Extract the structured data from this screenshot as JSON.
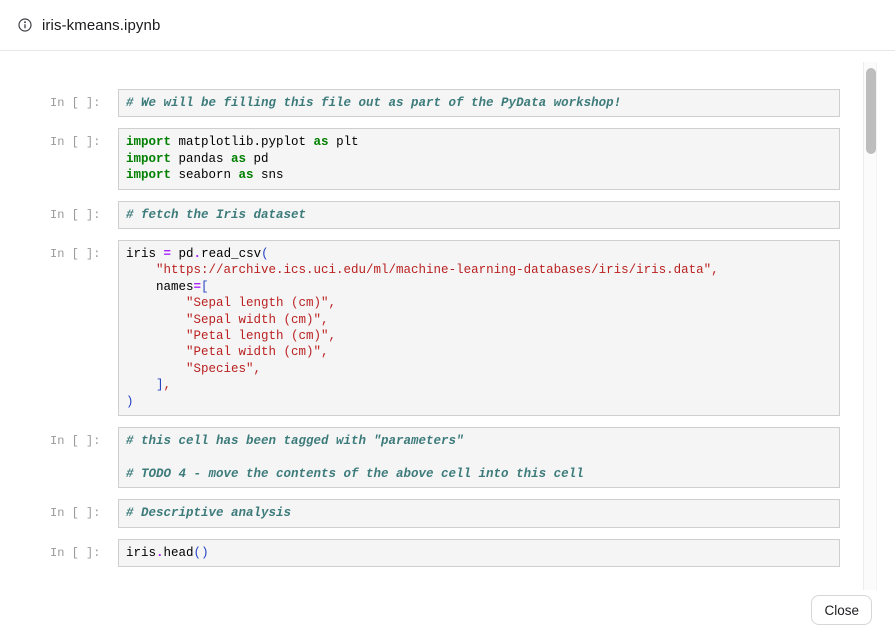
{
  "header": {
    "title": "iris-kmeans.ipynb",
    "icon": "info-icon"
  },
  "footer": {
    "close_label": "Close"
  },
  "ui_colors": {
    "cell_background": "#f5f5f5",
    "cell_border": "#cfcfcf",
    "prompt_text": "#9a9a9a",
    "header_border": "#e7e7e9",
    "scroll_thumb": "#bdbdbd"
  },
  "syntax_colors": {
    "pl": {
      "color": "#000000"
    },
    "kw": {
      "color": "#008000",
      "bold": true
    },
    "op": {
      "color": "#aa22ff",
      "bold": true
    },
    "str": {
      "color": "#ba2121"
    },
    "cma": {
      "color": "#ba2121"
    },
    "pun": {
      "color": "#2643c4"
    },
    "com": {
      "color": "#3d7b7b",
      "bold": true,
      "italic": true
    }
  },
  "cells": [
    {
      "prompt": "In [ ]:",
      "lines": [
        [
          [
            "com",
            "# We will be filling this file out as part of the PyData workshop!"
          ]
        ]
      ]
    },
    {
      "prompt": "In [ ]:",
      "lines": [
        [
          [
            "kw",
            "import"
          ],
          [
            "pl",
            " matplotlib.pyplot "
          ],
          [
            "kw",
            "as"
          ],
          [
            "pl",
            " plt"
          ]
        ],
        [
          [
            "kw",
            "import"
          ],
          [
            "pl",
            " pandas "
          ],
          [
            "kw",
            "as"
          ],
          [
            "pl",
            " pd"
          ]
        ],
        [
          [
            "kw",
            "import"
          ],
          [
            "pl",
            " seaborn "
          ],
          [
            "kw",
            "as"
          ],
          [
            "pl",
            " sns"
          ]
        ]
      ]
    },
    {
      "prompt": "In [ ]:",
      "lines": [
        [
          [
            "com",
            "# fetch the Iris dataset"
          ]
        ]
      ]
    },
    {
      "prompt": "In [ ]:",
      "lines": [
        [
          [
            "pl",
            "iris "
          ],
          [
            "op",
            "="
          ],
          [
            "pl",
            " pd"
          ],
          [
            "op",
            "."
          ],
          [
            "pl",
            "read_csv"
          ],
          [
            "pun",
            "("
          ]
        ],
        [
          [
            "pl",
            "    "
          ],
          [
            "str",
            "\"https://archive.ics.uci.edu/ml/machine-learning-databases/iris/iris.data\""
          ],
          [
            "cma",
            ","
          ]
        ],
        [
          [
            "pl",
            "    names"
          ],
          [
            "op",
            "="
          ],
          [
            "pun",
            "["
          ]
        ],
        [
          [
            "pl",
            "        "
          ],
          [
            "str",
            "\"Sepal length (cm)\""
          ],
          [
            "cma",
            ","
          ]
        ],
        [
          [
            "pl",
            "        "
          ],
          [
            "str",
            "\"Sepal width (cm)\""
          ],
          [
            "cma",
            ","
          ]
        ],
        [
          [
            "pl",
            "        "
          ],
          [
            "str",
            "\"Petal length (cm)\""
          ],
          [
            "cma",
            ","
          ]
        ],
        [
          [
            "pl",
            "        "
          ],
          [
            "str",
            "\"Petal width (cm)\""
          ],
          [
            "cma",
            ","
          ]
        ],
        [
          [
            "pl",
            "        "
          ],
          [
            "str",
            "\"Species\""
          ],
          [
            "cma",
            ","
          ]
        ],
        [
          [
            "pl",
            "    "
          ],
          [
            "pun",
            "]"
          ],
          [
            "cma",
            ","
          ]
        ],
        [
          [
            "pun",
            ")"
          ]
        ]
      ]
    },
    {
      "prompt": "In [ ]:",
      "lines": [
        [
          [
            "com",
            "# this cell has been tagged with \"parameters\""
          ]
        ],
        [],
        [
          [
            "com",
            "# TODO 4 - move the contents of the above cell into this cell"
          ]
        ]
      ]
    },
    {
      "prompt": "In [ ]:",
      "lines": [
        [
          [
            "com",
            "# Descriptive analysis"
          ]
        ]
      ]
    },
    {
      "prompt": "In [ ]:",
      "lines": [
        [
          [
            "pl",
            "iris"
          ],
          [
            "op",
            "."
          ],
          [
            "pl",
            "head"
          ],
          [
            "pun",
            "("
          ],
          [
            "pun",
            ")"
          ]
        ]
      ]
    }
  ]
}
